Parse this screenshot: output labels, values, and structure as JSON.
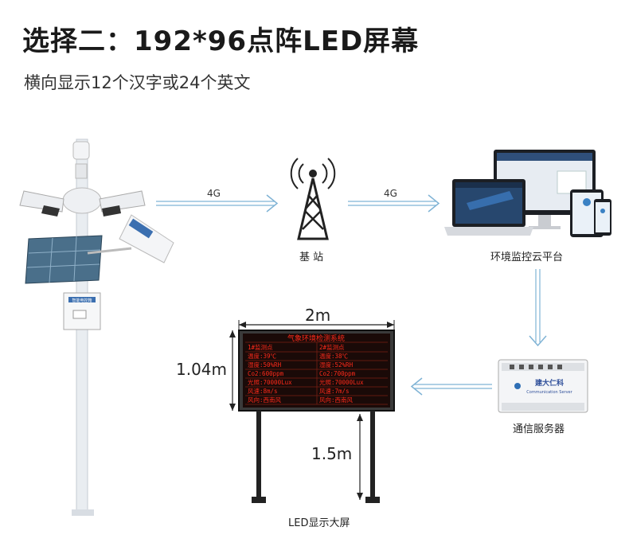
{
  "title": "选择二：192*96点阵LED屏幕",
  "subtitle": "横向显示12个汉字或24个英文",
  "labels": {
    "link_4g_left": "4G",
    "link_4g_right": "4G",
    "base_station": "基 站",
    "cloud_platform": "环境监控云平台",
    "comm_server": "通信服务器",
    "led_screen": "LED显示大屏"
  },
  "dimensions": {
    "width": "2m",
    "height": "1.04m",
    "pole_height": "1.5m"
  },
  "led_display": {
    "heading": "气象环境检测系统",
    "rows": [
      [
        "1#监测点",
        "2#监测点"
      ],
      [
        "温度:39℃",
        "温度:38℃"
      ],
      [
        "湿度:50%RH",
        "湿度:52%RH"
      ],
      [
        "Co2:600ppm",
        "Co2:700ppm"
      ],
      [
        "光照:70000Lux",
        "光照:70000Lux"
      ],
      [
        "风速:8m/s",
        "风速:7m/s"
      ],
      [
        "风向:西南风",
        "风向:西南风"
      ]
    ]
  },
  "station_box_label": "智能电控箱",
  "server_brand": "建大仁科",
  "server_subtitle": "Communication Server",
  "colors": {
    "arrow": "#7fb3d5",
    "led_text": "#ff2a1a",
    "led_bg": "#1a0a08"
  }
}
